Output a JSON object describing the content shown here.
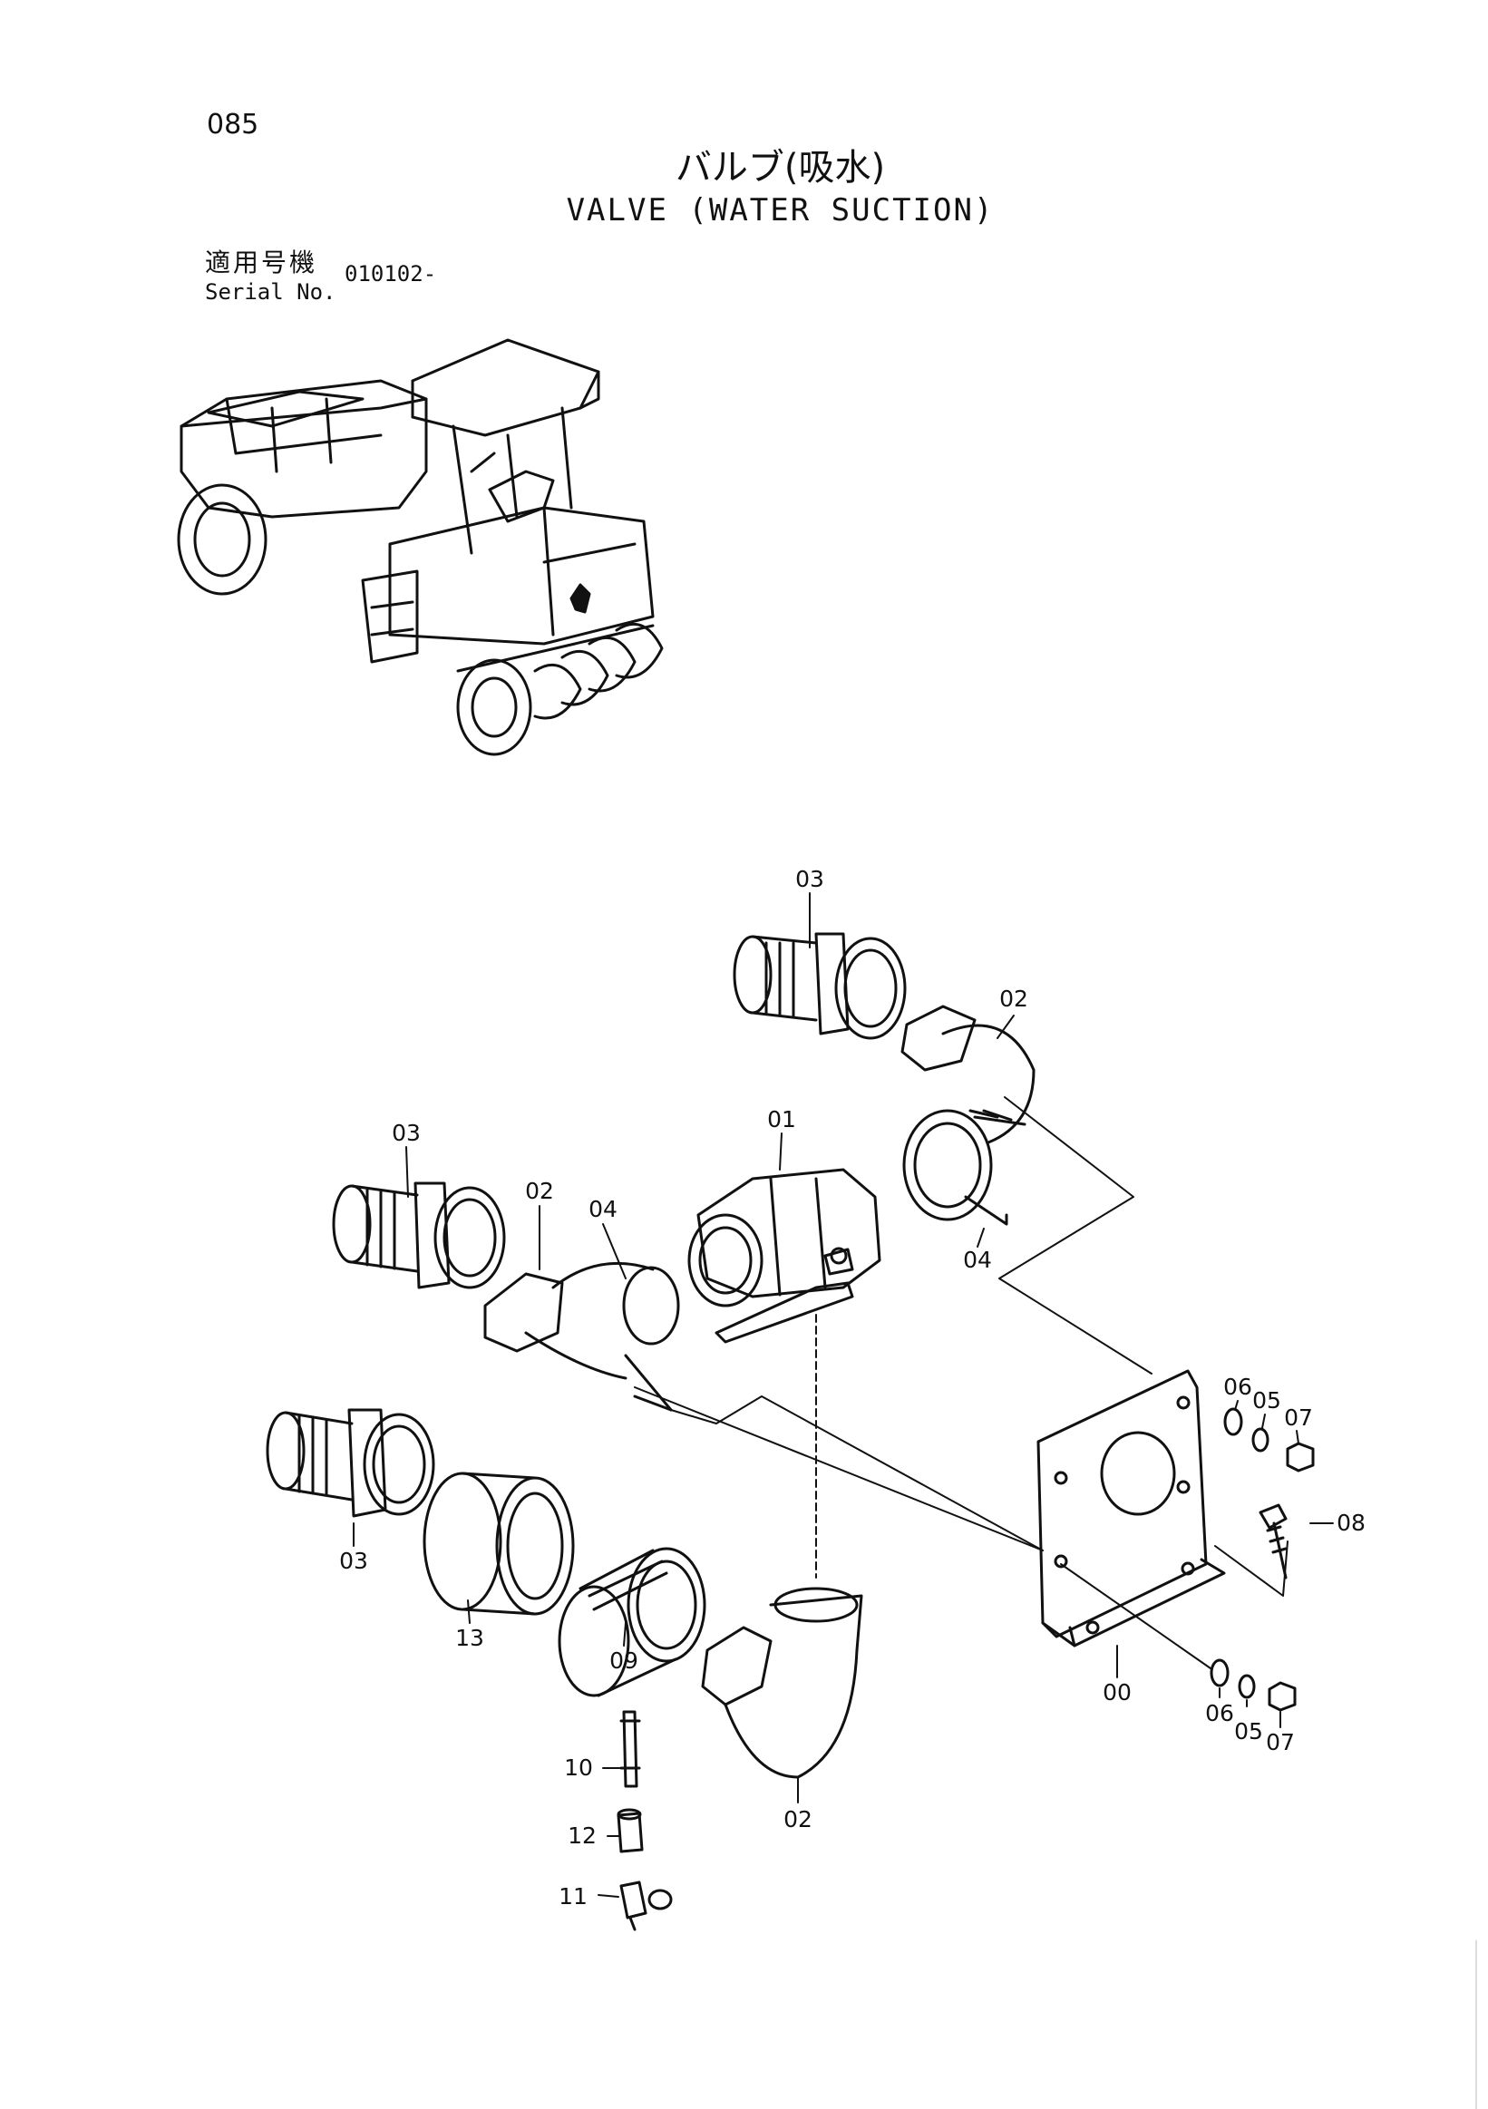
{
  "header": {
    "page_number": "085",
    "title_jp": "バルブ(吸水)",
    "title_en": "VALVE (WATER SUCTION)",
    "serial_label_jp": "適用号機",
    "serial_label_en": "Serial No.",
    "serial_value": "010102-"
  },
  "callouts": {
    "c03a": "03",
    "c02a": "02",
    "c01": "01",
    "c03b": "03",
    "c02b": "02",
    "c04a": "04",
    "c04b": "04",
    "c06a": "06",
    "c05a": "05",
    "c07a": "07",
    "c08": "08",
    "c03c": "03",
    "c13": "13",
    "c09": "09",
    "c10": "10",
    "c12": "12",
    "c11": "11",
    "c02c": "02",
    "c00": "00",
    "c06b": "06",
    "c05b": "05",
    "c07b": "07"
  },
  "icons": {
    "machine": "road-roller-illustration-icon",
    "part": "valve-fitting-icon"
  }
}
